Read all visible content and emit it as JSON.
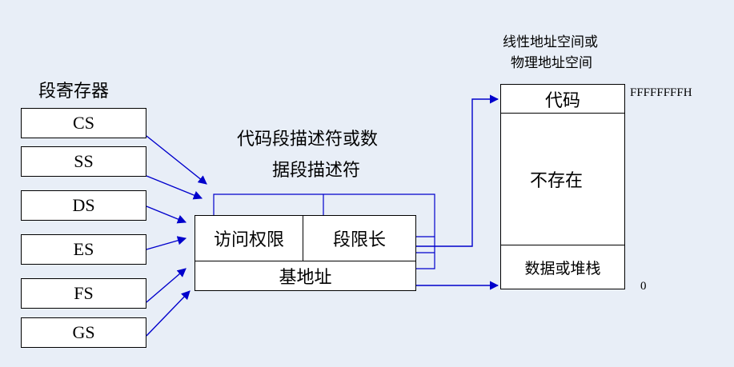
{
  "registers_title": "段寄存器",
  "registers": [
    "CS",
    "SS",
    "DS",
    "ES",
    "FS",
    "GS"
  ],
  "descriptor_title_line1": "代码段描述符或数",
  "descriptor_title_line2": "据段描述符",
  "descriptor": {
    "access_rights": "访问权限",
    "segment_limit": "段限长",
    "base_address": "基地址"
  },
  "address_space_title_line1": "线性地址空间或",
  "address_space_title_line2": "物理地址空间",
  "address_space": {
    "code": "代码",
    "not_present": "不存在",
    "data_or_stack": "数据或堆栈",
    "top_address": "FFFFFFFFH",
    "bottom_address": "0"
  },
  "colors": {
    "arrow": "#0000cc",
    "background": "#e8eef7",
    "box_fill": "#ffffff"
  }
}
